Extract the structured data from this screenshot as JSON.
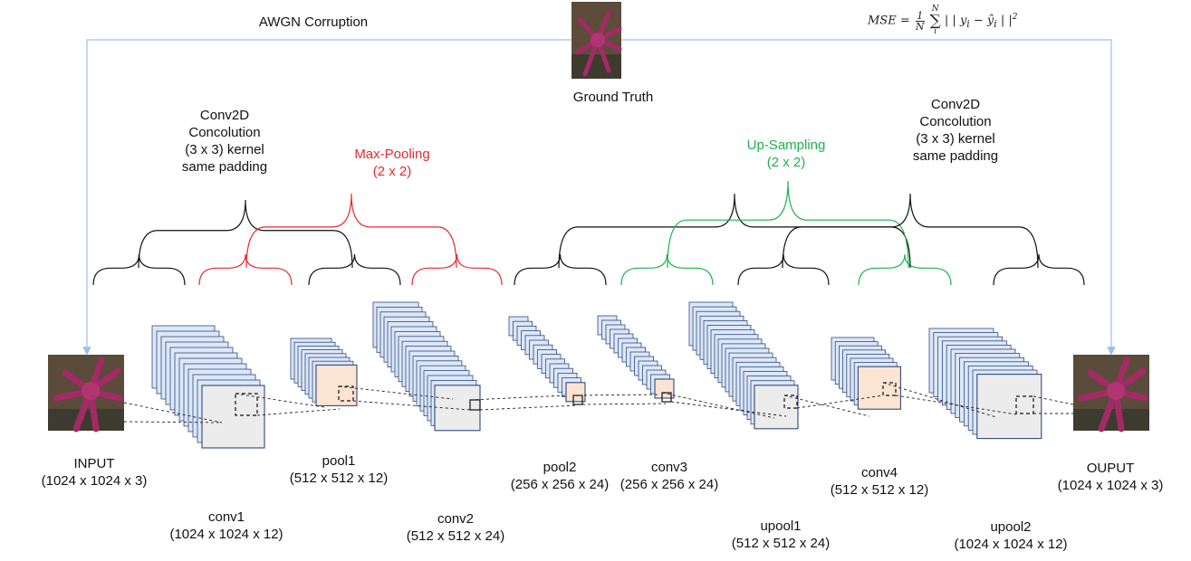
{
  "labels": {
    "awgn": "AWGN Corruption",
    "ground_truth": "Ground Truth",
    "conv2d_left": [
      "Conv2D",
      "Concolution",
      "(3 x 3) kernel",
      "same padding"
    ],
    "conv2d_right": [
      "Conv2D",
      "Concolution",
      "(3 x 3) kernel",
      "same padding"
    ],
    "maxpool": [
      "Max-Pooling",
      "(2 x 2)"
    ],
    "upsample": [
      "Up-Sampling",
      "(2 x 2)"
    ],
    "formula": {
      "lhs": "MSE =",
      "frac_num": "1",
      "frac_den": "N",
      "sum_top": "N",
      "sum_bottom": "i",
      "body": "| | y",
      "body_sub": "i",
      "minus": " − ŷ",
      "minus_sub": "i",
      "tail": " | |",
      "power": "2"
    }
  },
  "layers": [
    {
      "key": "input",
      "name": "INPUT",
      "dims": "(1024 x 1024 x 3)"
    },
    {
      "key": "conv1",
      "name": "conv1",
      "dims": "(1024 x 1024 x 12)"
    },
    {
      "key": "pool1",
      "name": "pool1",
      "dims": "(512 x 512 x 12)"
    },
    {
      "key": "conv2",
      "name": "conv2",
      "dims": "(512 x 512 x 24)"
    },
    {
      "key": "pool2",
      "name": "pool2",
      "dims": "(256 x 256 x 24)"
    },
    {
      "key": "conv3",
      "name": "conv3",
      "dims": "(256 x 256 x 24)"
    },
    {
      "key": "upool1",
      "name": "upool1",
      "dims": "(512 x 512 x 24)"
    },
    {
      "key": "conv4",
      "name": "conv4",
      "dims": "(512 x 512 x 12)"
    },
    {
      "key": "upool2",
      "name": "upool2",
      "dims": "(1024 x 1024 x 12)"
    },
    {
      "key": "output",
      "name": "OUPUT",
      "dims": "(1024 x 1024 x 3)"
    }
  ],
  "colors": {
    "conv_face": "#ececec",
    "pool_face": "#fce4d2",
    "back_fill": "#dde7f7",
    "back_stroke": "#2f4a80",
    "brace_black": "#111111",
    "brace_red": "#e8282d",
    "brace_green": "#1db14d",
    "arrow_blue": "#9cbfe6",
    "image_bg": "#5a4b3a",
    "starfish": "#a42a66"
  }
}
